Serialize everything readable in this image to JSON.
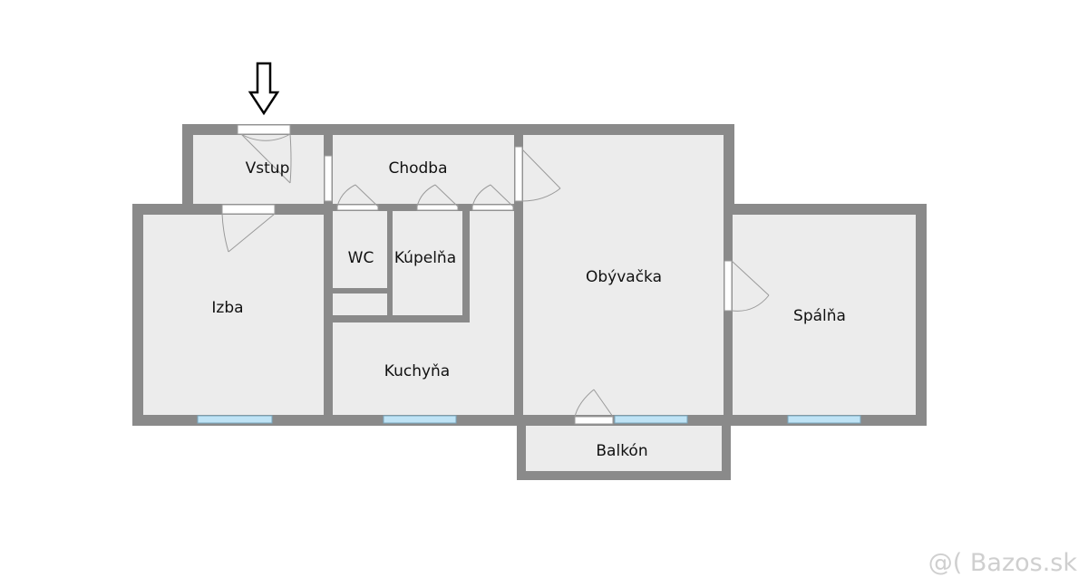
{
  "rooms": {
    "vstup": "Vstup",
    "chodba": "Chodba",
    "wc": "WC",
    "kupelna": "Kúpelňa",
    "izba": "Izba",
    "obyvacka": "Obývačka",
    "spalna": "Spálňa",
    "kuchyna": "Kuchyňa",
    "balkon": "Balkón"
  },
  "watermark": "@( Bazos.sk",
  "colors": {
    "wall": "#8a8a8a",
    "floor": "#ececec",
    "window": "#bfe3f5",
    "arrow": "#000000"
  }
}
